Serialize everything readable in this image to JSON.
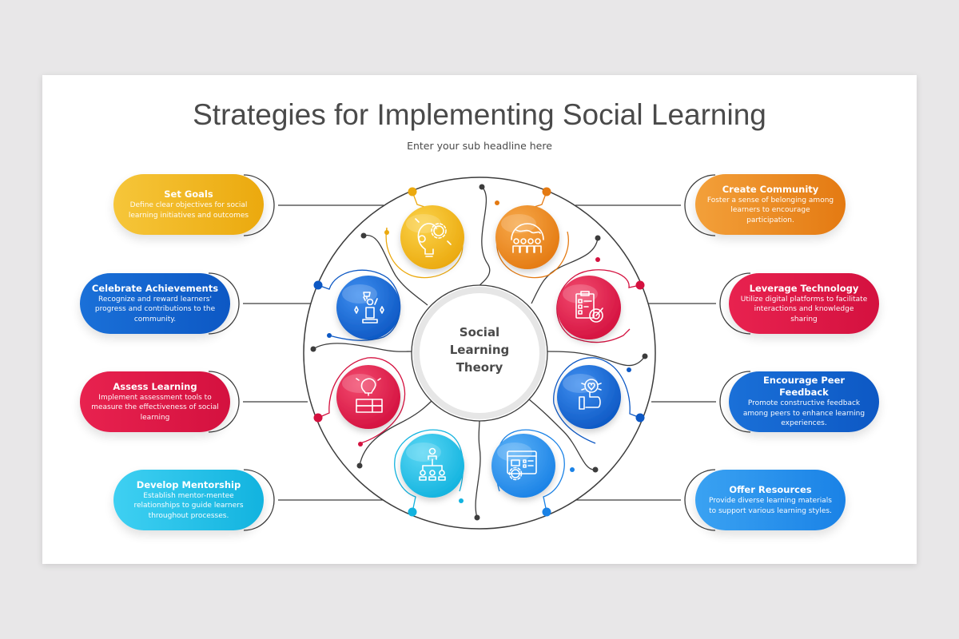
{
  "header": {
    "title": "Strategies for Implementing Social Learning",
    "subtitle": "Enter your sub headline here"
  },
  "center": {
    "lines": [
      "Social",
      "Learning",
      "Theory"
    ]
  },
  "colors": {
    "yellow": "#f2b51c",
    "orange": "#ee8a1e",
    "red": "#e3174a",
    "blue": "#1368d6",
    "cyan": "#1fc0e8",
    "lightblue": "#2a95ee",
    "line": "#3c3c3c",
    "background": "#e8e7e8"
  },
  "left_items": [
    {
      "title": "Set Goals",
      "desc": "Define clear objectives for social learning initiatives and outcomes",
      "color": "yellow",
      "icon": "lightbulb-gears-icon"
    },
    {
      "title": "Celebrate Achievements",
      "desc": "Recognize and reward learners' progress and contributions to the community.",
      "color": "blue",
      "icon": "trophy-winner-icon"
    },
    {
      "title": "Assess Learning",
      "desc": "Implement assessment tools to measure the effectiveness of social learning",
      "color": "red",
      "icon": "book-idea-icon"
    },
    {
      "title": "Develop Mentorship",
      "desc": "Establish mentor-mentee relationships to guide learners throughout processes.",
      "color": "cyan",
      "icon": "hierarchy-team-icon"
    }
  ],
  "right_items": [
    {
      "title": "Create Community",
      "desc": "Foster a sense of belonging among learners to encourage participation.",
      "color": "orange",
      "icon": "global-community-icon"
    },
    {
      "title": "Leverage Technology",
      "desc": "Utilize digital platforms to facilitate interactions and knowledge sharing",
      "color": "red",
      "icon": "checklist-target-icon"
    },
    {
      "title": "Encourage Peer Feedback",
      "desc": "Promote constructive feedback among peers to enhance learning experiences.",
      "color": "blue",
      "icon": "thumbs-up-heart-icon"
    },
    {
      "title": "Offer Resources",
      "desc": "Provide diverse learning materials to support various learning styles.",
      "color": "lightblue",
      "icon": "web-resources-icon"
    }
  ]
}
